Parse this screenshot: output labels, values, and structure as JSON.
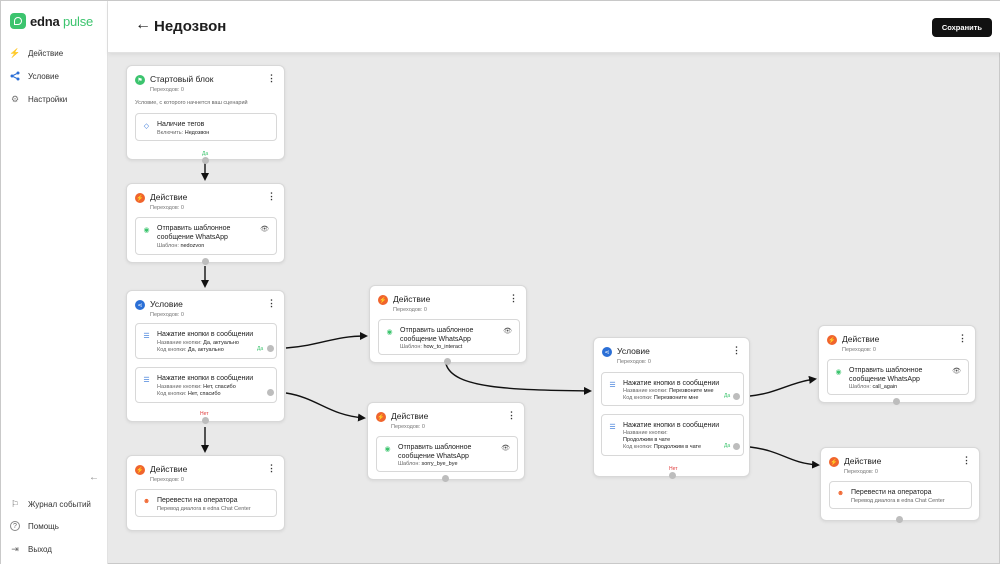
{
  "app": {
    "logo_main": "edna",
    "logo_accent": "pulse"
  },
  "sidebar": {
    "items": [
      {
        "label": "Действие",
        "icon": "bolt-icon"
      },
      {
        "label": "Условие",
        "icon": "branch-icon"
      },
      {
        "label": "Настройки",
        "icon": "gear-icon"
      }
    ],
    "bottom": [
      {
        "label": "Журнал событий",
        "icon": "flag-icon"
      },
      {
        "label": "Помощь",
        "icon": "help-icon"
      },
      {
        "label": "Выход",
        "icon": "logout-icon"
      }
    ],
    "collapse_glyph": "←"
  },
  "header": {
    "back_glyph": "←",
    "title": "Недозвон",
    "save_label": "Сохранить"
  },
  "colors": {
    "accent_green": "#3cc46e",
    "action_orange": "#f0642d",
    "condition_blue": "#2b6fd6",
    "no_red": "#e03c3c"
  },
  "blocks": {
    "start": {
      "title": "Стартовый блок",
      "transitions": "Переходов: 0",
      "description": "Условие, с которого начнется ваш сценарий",
      "item_title": "Наличие тегов",
      "item_line": "Включить: ",
      "item_value": "Недозвон",
      "yes": "Да"
    },
    "action1": {
      "title": "Действие",
      "transitions": "Переходов: 0",
      "item_title_1": "Отправить шаблонное",
      "item_title_2": "сообщение WhatsApp",
      "item_line": "Шаблон: ",
      "item_value": "nedozvon"
    },
    "cond1": {
      "title": "Условие",
      "transitions": "Переходов: 0",
      "item1_title": "Нажатие кнопки в сообщении",
      "item1_line1": "Название кнопки: ",
      "item1_value1": "Да, актуально",
      "item1_line2": "Код кнопки: ",
      "item1_value2": "Да, актуально",
      "item2_title": "Нажатие кнопки в сообщении",
      "item2_line1": "Название кнопки: ",
      "item2_value1": "Нет, спасибо",
      "item2_line2": "Код кнопки: ",
      "item2_value2": "Нет, спасибо",
      "yes": "Да",
      "no": "Нет"
    },
    "action_op1": {
      "title": "Действие",
      "transitions": "Переходов: 0",
      "item_title": "Перевести на оператора",
      "item_line": "Перевод диалога в edna Chat Center"
    },
    "action2": {
      "title": "Действие",
      "transitions": "Переходов: 0",
      "item_title_1": "Отправить шаблонное",
      "item_title_2": "сообщение WhatsApp",
      "item_line": "Шаблон: ",
      "item_value": "how_to_interact"
    },
    "action3": {
      "title": "Действие",
      "transitions": "Переходов: 0",
      "item_title_1": "Отправить шаблонное",
      "item_title_2": "сообщение WhatsApp",
      "item_line": "Шаблон: ",
      "item_value": "sorry_bye_bye"
    },
    "cond2": {
      "title": "Условие",
      "transitions": "Переходов: 0",
      "item1_title": "Нажатие кнопки в сообщении",
      "item1_line1": "Название кнопки: ",
      "item1_value1": "Перезвоните мне",
      "item1_line2": "Код кнопки: ",
      "item1_value2": "Перезвоните мне",
      "item2_title": "Нажатие кнопки в сообщении",
      "item2_line1": "Название кнопки:",
      "item2_value1": "Продолжим в чате",
      "item2_line2": "Код кнопки: ",
      "item2_value2": "Продолжим в чате",
      "yes": "Да",
      "no": "Нет"
    },
    "action4": {
      "title": "Действие",
      "transitions": "Переходов: 0",
      "item_title_1": "Отправить шаблонное",
      "item_title_2": "сообщение WhatsApp",
      "item_line": "Шаблон: ",
      "item_value": "call_again"
    },
    "action_op2": {
      "title": "Действие",
      "transitions": "Переходов: 0",
      "item_title": "Перевести на оператора",
      "item_line": "Перевод диалога в edna Chat Center"
    }
  }
}
